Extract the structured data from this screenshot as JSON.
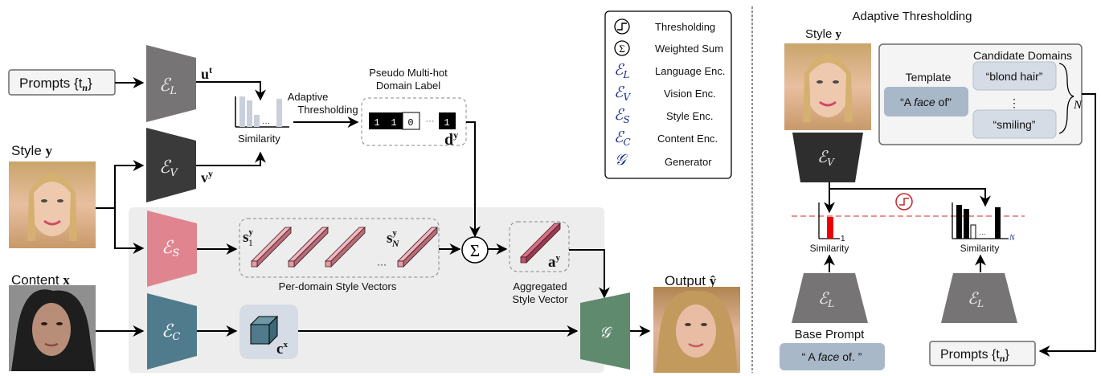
{
  "legend": {
    "items": [
      {
        "symbol": "step-icon",
        "label": "Thresholding"
      },
      {
        "symbol": "sigma-icon",
        "label": "Weighted Sum"
      },
      {
        "symbol": "E_L",
        "label": "Language Enc."
      },
      {
        "symbol": "E_V",
        "label": "Vision Enc."
      },
      {
        "symbol": "E_S",
        "label": "Style Enc."
      },
      {
        "symbol": "E_C",
        "label": "Content Enc."
      },
      {
        "symbol": "G",
        "label": "Generator"
      }
    ]
  },
  "main": {
    "prompts_label": "Prompts {t",
    "prompts_sub": "n",
    "prompts_close": "}",
    "enc_L": "ℰ",
    "enc_L_sub": "L",
    "enc_V": "ℰ",
    "enc_V_sub": "V",
    "enc_S": "ℰ",
    "enc_S_sub": "S",
    "enc_C": "ℰ",
    "enc_C_sub": "C",
    "gen": "𝒢",
    "u_t": "u",
    "u_t_sup": "t",
    "v_y": "v",
    "v_y_sup": "y",
    "similarity_label": "Similarity",
    "adaptive_line1": "Adaptive",
    "adaptive_line2": "Thresholding",
    "pseudo_line1": "Pseudo Multi-hot",
    "pseudo_line2": "Domain Label",
    "domain_bits": [
      "1",
      "1",
      "0",
      "···",
      "1"
    ],
    "d_y": "d",
    "d_y_sup": "y",
    "style_label": "Style ",
    "style_var": "y",
    "content_label": "Content ",
    "content_var": "x",
    "output_label": "Output ",
    "output_var": "ŷ",
    "s1": "s",
    "s1_sup": "y",
    "s1_sub": "1",
    "sN": "s",
    "sN_sup": "y",
    "sN_sub": "N",
    "ellipsis": "···",
    "per_domain_label": "Per-domain Style Vectors",
    "sigma": "Σ",
    "a_y": "a",
    "a_y_sup": "y",
    "aggregated_line1": "Aggregated",
    "aggregated_line2": "Style Vector",
    "c_x": "c",
    "c_x_sup": "x"
  },
  "right_panel": {
    "title": "Adaptive Thresholding",
    "style_label": "Style ",
    "style_var": "y",
    "candidate_title": "Candidate Domains",
    "template_label": "Template",
    "template_value_pre": "“A ",
    "template_value_it": "face",
    "template_value_post": " of”",
    "domains": [
      "“blond hair”",
      "⋮",
      "“smiling”"
    ],
    "N": "N",
    "enc_V": "ℰ",
    "enc_V_sub": "V",
    "enc_L": "ℰ",
    "enc_L_sub": "L",
    "similarity_label": "Similarity",
    "base_axis": "1",
    "cand_axis": "N",
    "base_prompt_label": "Base Prompt",
    "base_prompt_pre": "“ A ",
    "base_prompt_it": "face",
    "base_prompt_post": " of. ”",
    "prompts_label": "Prompts {t",
    "prompts_sub": "n",
    "prompts_close": "}"
  },
  "colors": {
    "enc_L": "#767474",
    "enc_V": "#3a3a3a",
    "enc_S": "#e08590",
    "enc_C": "#4f7b8c",
    "gen": "#5f8a6e",
    "panel_bg": "#ededed",
    "threshold_line": "#d9534f",
    "highlight_bar": "#ee0000"
  }
}
